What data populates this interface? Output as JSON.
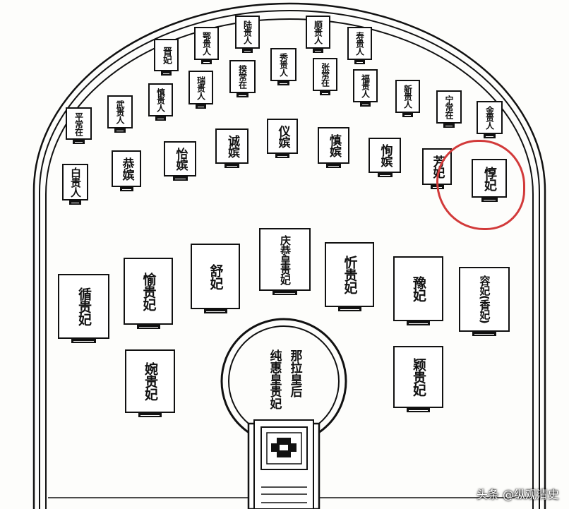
{
  "title": "Consort tomb layout diagram",
  "highlight_color": "#d23a3a",
  "tombs": [
    {
      "label": "晋妃"
    },
    {
      "label": "鄂贵人"
    },
    {
      "label": "陆贵人"
    },
    {
      "label": "顺贵人"
    },
    {
      "label": "寿贵人"
    },
    {
      "label": "慎贵人"
    },
    {
      "label": "瑞贵人"
    },
    {
      "label": "揆常在"
    },
    {
      "label": "秀贵人"
    },
    {
      "label": "张常在"
    },
    {
      "label": "福贵人"
    },
    {
      "label": "新贵人"
    },
    {
      "label": "宁常在"
    },
    {
      "label": "金贵人"
    },
    {
      "label": "平常在"
    },
    {
      "label": "武贵人"
    },
    {
      "label": "白贵人"
    },
    {
      "label": "恭嫔"
    },
    {
      "label": "怡嫔"
    },
    {
      "label": "诚嫔"
    },
    {
      "label": "仪嫔"
    },
    {
      "label": "慎嫔"
    },
    {
      "label": "恂嫔"
    },
    {
      "label": "芳妃"
    },
    {
      "label": "惇妃"
    },
    {
      "label": "循贵妃"
    },
    {
      "label": "愉贵妃"
    },
    {
      "label": "舒妃"
    },
    {
      "label": "庆恭皇贵妃"
    },
    {
      "label": "忻贵妃"
    },
    {
      "label": "豫妃"
    },
    {
      "label": "容妃(香妃)"
    },
    {
      "label": "婉贵妃"
    },
    {
      "label": "颖贵妃"
    }
  ],
  "center": {
    "left_label": "纯惠皇贵妃",
    "right_label": "那拉皇后"
  },
  "watermark": "头条 @纵观清史"
}
